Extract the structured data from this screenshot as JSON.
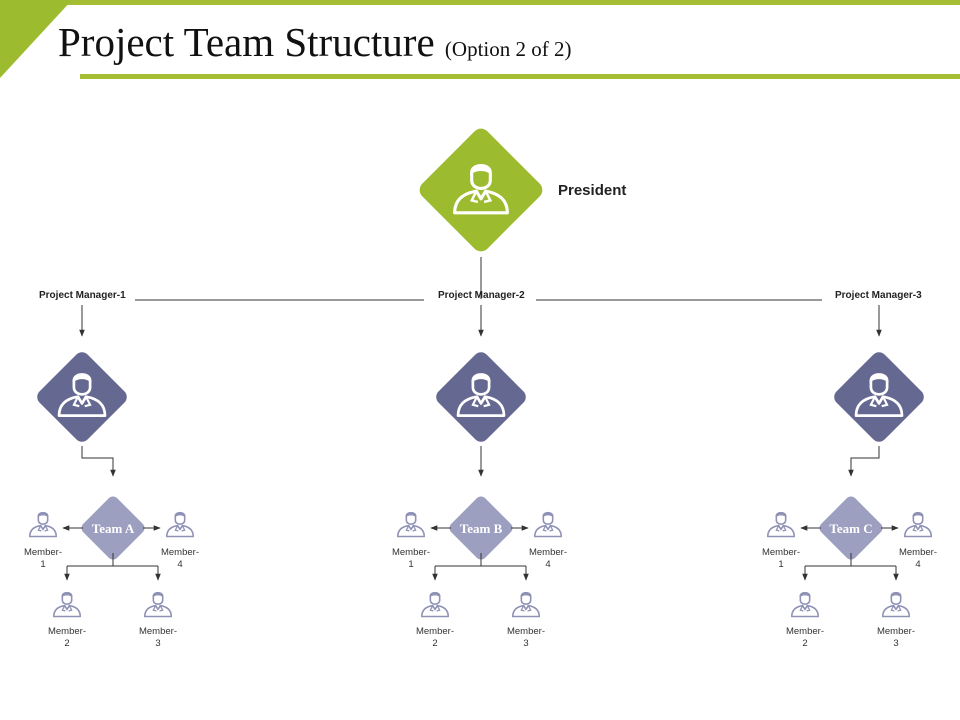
{
  "header": {
    "title": "Project Team Structure",
    "subtitle": "(Option 2 of 2)"
  },
  "colors": {
    "accent_green": "#9dbb2e",
    "manager_purple": "#656891",
    "team_lavender": "#9c9fc0",
    "member_icon": "#8f92b5"
  },
  "president": {
    "label": "President",
    "icon": "person-icon"
  },
  "managers": [
    {
      "label": "Project Manager-1",
      "team": "Team A"
    },
    {
      "label": "Project Manager-2",
      "team": "Team B"
    },
    {
      "label": "Project Manager-3",
      "team": "Team C"
    }
  ],
  "members": [
    {
      "line1": "Member-",
      "line2": "1"
    },
    {
      "line1": "Member-",
      "line2": "4"
    },
    {
      "line1": "Member-",
      "line2": "2"
    },
    {
      "line1": "Member-",
      "line2": "3"
    }
  ]
}
